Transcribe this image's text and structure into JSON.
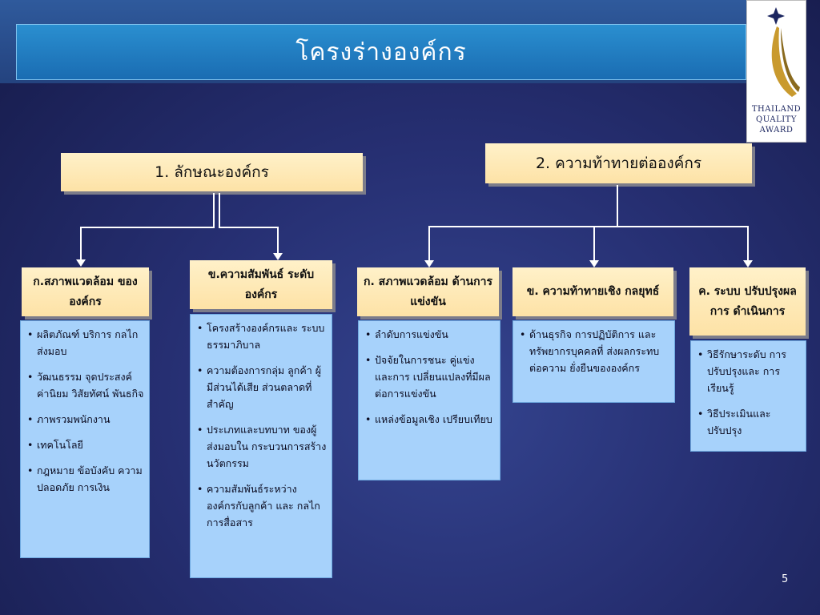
{
  "title": "โครงร่างองค์กร",
  "logo": {
    "lines": [
      "THAILAND",
      "QUALITY",
      "AWARD"
    ],
    "colors": {
      "gold": "#c99a2e",
      "navy": "#1c2660"
    }
  },
  "headers": {
    "left": "1. ลักษณะองค์กร",
    "right": "2. ความท้าทายต่อองค์กร"
  },
  "categories": [
    {
      "label": "ก.สภาพแวดล้อม ขององค์กร",
      "items": [
        "ผลิตภัณฑ์ บริการ กลไกส่งมอบ",
        "วัฒนธรรม จุดประสงค์ ค่านิยม วิสัยทัศน์ พันธกิจ",
        "ภาพรวมพนักงาน",
        "เทคโนโลยี",
        "กฎหมาย ข้อบังคับ ความปลอดภัย การเงิน"
      ]
    },
    {
      "label": "ข.ความสัมพันธ์ ระดับองค์กร",
      "items": [
        "โครงสร้างองค์กรและ ระบบธรรมาภิบาล",
        "ความต้องการกลุ่ม ลูกค้า ผู้มีส่วนได้เสีย ส่วนตลาดที่สำคัญ",
        "ประเภทและบทบาท ของผู้ส่งมอบใน กระบวนการสร้าง นวัตกรรม",
        "ความสัมพันธ์ระหว่าง องค์กรกับลูกค้า และ กลไกการสื่อสาร"
      ]
    },
    {
      "label": "ก. สภาพแวดล้อม ด้านการแข่งขัน",
      "items": [
        "ลำดับการแข่งขัน",
        "ปัจจัยในการชนะ คู่แข่ง และการ เปลี่ยนแปลงที่มีผล ต่อการแข่งขัน",
        "แหล่งข้อมูลเชิง เปรียบเทียบ"
      ]
    },
    {
      "label": "ข. ความท้าทายเชิง กลยุทธ์",
      "items": [
        "ด้านธุรกิจ การปฏิบัติการ และทรัพยากรบุคคลที่ ส่งผลกระทบต่อความ ยั่งยืนขององค์กร"
      ]
    },
    {
      "label": "ค. ระบบ ปรับปรุงผลการ ดำเนินการ",
      "items": [
        "วิธีรักษาระดับ การปรับปรุงและ การเรียนรู้",
        "วิธีประเมินและ ปรับปรุง"
      ]
    }
  ],
  "page_number": "5"
}
